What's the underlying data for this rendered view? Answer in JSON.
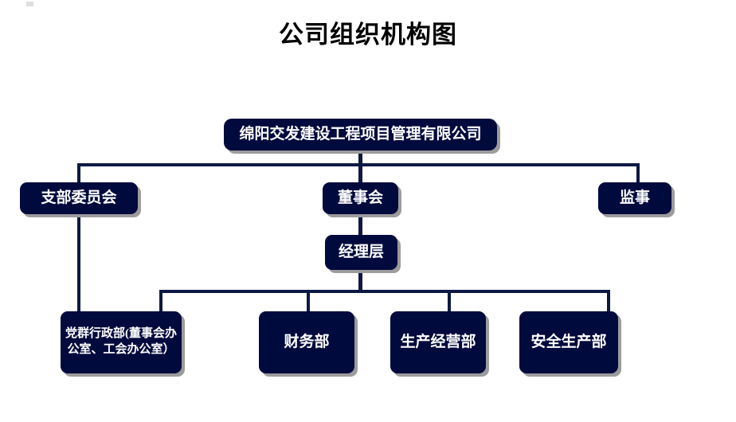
{
  "document": {
    "title": "公司组织机构图"
  },
  "theme": {
    "box_fill": "#000A3C",
    "box_text": "#FFFFFF",
    "shadow": "#9C9C9C",
    "connector": "#0D1943",
    "background": "#FFFFFF",
    "title_color": "#000000"
  },
  "chart_data": {
    "type": "diagram",
    "subtype": "organization-chart",
    "title": "公司组织机构图",
    "orientation": "top-down",
    "nodes": [
      {
        "id": "company",
        "label": "绵阳交发建设工程项目管理有限公司",
        "level": 0
      },
      {
        "id": "party",
        "label": "支部委员会",
        "level": 1
      },
      {
        "id": "board",
        "label": "董事会",
        "level": 1
      },
      {
        "id": "supervisor",
        "label": "监事",
        "level": 1
      },
      {
        "id": "management",
        "label": "经理层",
        "level": 2
      },
      {
        "id": "party-admin",
        "label": "党群行政部(董事会办公室、工会办公室）",
        "level": 3
      },
      {
        "id": "finance",
        "label": "财务部",
        "level": 3
      },
      {
        "id": "production",
        "label": "生产经营部",
        "level": 3
      },
      {
        "id": "safety",
        "label": "安全生产部",
        "level": 3
      }
    ],
    "edges": [
      {
        "from": "company",
        "to": "party"
      },
      {
        "from": "company",
        "to": "board"
      },
      {
        "from": "company",
        "to": "supervisor"
      },
      {
        "from": "board",
        "to": "management"
      },
      {
        "from": "party",
        "to": "party-admin"
      },
      {
        "from": "management",
        "to": "party-admin"
      },
      {
        "from": "management",
        "to": "finance"
      },
      {
        "from": "management",
        "to": "production"
      },
      {
        "from": "management",
        "to": "safety"
      }
    ]
  },
  "boxes": {
    "company": {
      "label": "绵阳交发建设工程项目管理有限公司"
    },
    "party": {
      "label": "支部委员会"
    },
    "board": {
      "label": "董事会"
    },
    "supervisor": {
      "label": "监事"
    },
    "management": {
      "label": "经理层"
    },
    "party_admin": {
      "label": "党群行政部(董事会办公室、工会办公室）"
    },
    "finance": {
      "label": "财务部"
    },
    "production": {
      "label": "生产经营部"
    },
    "safety": {
      "label": "安全生产部"
    }
  }
}
